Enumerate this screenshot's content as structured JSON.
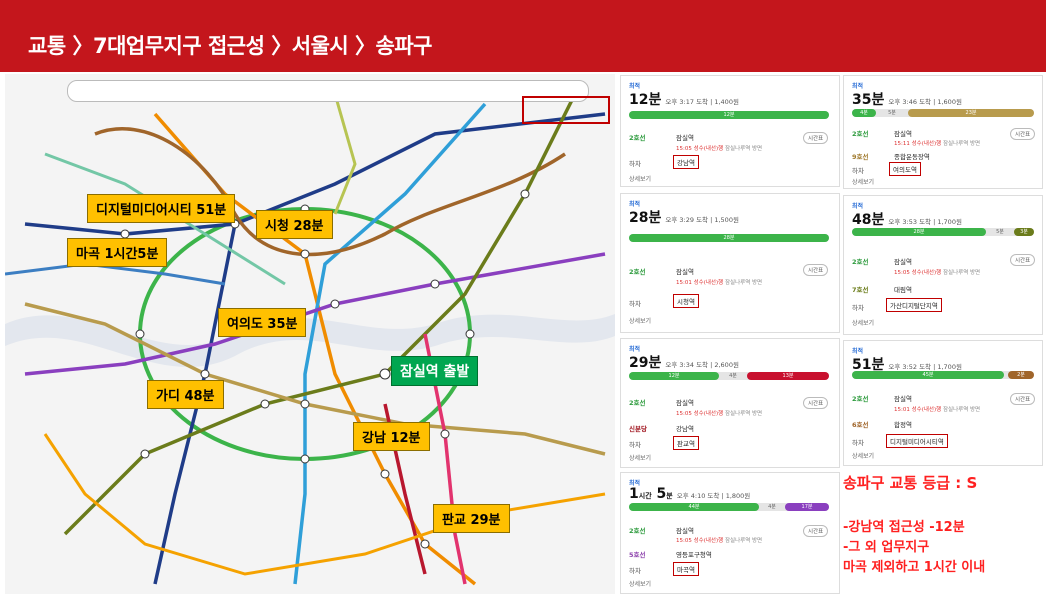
{
  "header": {
    "title": "교통 〉7대업무지구 접근성 〉서울시 〉송파구",
    "bg_color": "#c4161c"
  },
  "map": {
    "labels": {
      "dmc": "디지털미디어시티 51분",
      "cityhall": "시청 28분",
      "magok": "마곡 1시간5분",
      "yeouido": "여의도 35분",
      "gadi": "가디 48분",
      "jamsil": "잠실역 출발",
      "gangnam": "강남 12분",
      "pangyo": "판교 29분"
    },
    "label_color": "#ffc000",
    "start_color": "#00a650"
  },
  "routes": [
    {
      "tag": "최적",
      "time": "12분",
      "meta": "오후 3:17 도착 | 1,400원",
      "bar_label": "12분",
      "line": "2호선",
      "board": "잠실역",
      "sub": "15:05 성수(내선)행",
      "sub_extra": "잠실나루역 방면",
      "exit": "하차",
      "dest": "강남역",
      "detail": "상세보기",
      "button": "시간표"
    },
    {
      "tag": "최적",
      "time": "28분",
      "meta": "오후 3:29 도착 | 1,500원",
      "bar_label": "28분",
      "line": "2호선",
      "board": "잠실역",
      "sub": "15:01 성수(내선)행",
      "sub_extra": "잠실나루역 방면",
      "exit": "하차",
      "dest": "시청역",
      "detail": "상세보기",
      "button": "시간표"
    },
    {
      "tag": "최적",
      "time": "29분",
      "meta": "오후 3:34 도착 | 2,600원",
      "bar_labels": [
        "12분",
        "4분",
        "13분"
      ],
      "line": "2호선",
      "board": "잠실역",
      "sub": "15:05 성수(내선)행",
      "sub_extra": "잠실나루역 방면",
      "transfer_line": "신분당",
      "transfer": "강남역",
      "exit": "하차",
      "dest": "판교역",
      "detail": "상세보기",
      "button": "시간표"
    },
    {
      "tag": "최적",
      "time_h": "1",
      "time_h_unit": "시간",
      "time_m": "5",
      "time_m_unit": "분",
      "meta": "오후 4:10 도착 | 1,800원",
      "bar_labels": [
        "44분",
        "4분",
        "17분"
      ],
      "line": "2호선",
      "board": "잠실역",
      "sub": "15:05 성수(내선)행",
      "sub_extra": "잠실나루역 방면",
      "transfer_line": "5호선",
      "transfer": "영등포구청역",
      "exit": "하차",
      "dest": "마곡역",
      "detail": "상세보기",
      "button": "시간표"
    },
    {
      "tag": "최적",
      "time": "35분",
      "meta": "오후 3:46 도착 | 1,600원",
      "bar_labels": [
        "4분",
        "5분",
        "23분"
      ],
      "line": "2호선",
      "board": "잠실역",
      "sub": "15:11 성수(내선)행",
      "sub_extra": "잠실나루역 방면",
      "transfer_line": "9호선",
      "transfer": "종합운동장역",
      "exit": "하차",
      "dest": "여의도역",
      "detail": "상세보기",
      "button": "시간표"
    },
    {
      "tag": "최적",
      "time": "48분",
      "meta": "오후 3:53 도착 | 1,700원",
      "bar_labels": [
        "28분",
        "5분",
        "3분"
      ],
      "line": "2호선",
      "board": "잠실역",
      "sub": "15:05 성수(내선)행",
      "sub_extra": "잠실나루역 방면",
      "transfer_line": "7호선",
      "transfer": "대림역",
      "exit": "하차",
      "dest": "가산디지털단지역",
      "detail": "상세보기",
      "button": "시간표"
    },
    {
      "tag": "최적",
      "time": "51분",
      "meta": "오후 3:52 도착 | 1,700원",
      "bar_labels": [
        "45분",
        "2분"
      ],
      "line": "2호선",
      "board": "잠실역",
      "sub": "15:01 성수(내선)행",
      "sub_extra": "잠실나루역 방면",
      "transfer_line": "6호선",
      "transfer": "합정역",
      "exit": "하차",
      "dest": "디지털미디어시티역",
      "detail": "상세보기",
      "button": "시간표"
    }
  ],
  "summary": {
    "grade": "송파구 교통 등급 : S",
    "note1": "-강남역 접근성 -12분",
    "note2": "-그 외 업무지구",
    "note3": "마곡 제외하고 1시간 이내",
    "color": "#ff2020"
  }
}
